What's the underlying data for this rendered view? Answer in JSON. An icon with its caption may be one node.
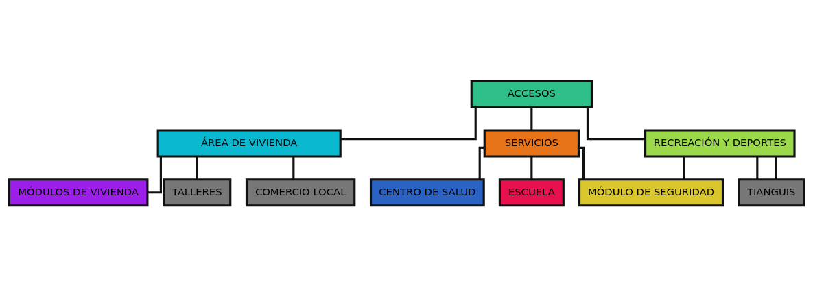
{
  "diagram": {
    "nodes": [
      {
        "text": [
          "ACCESOS"
        ]
      },
      {
        "text": [
          "ÁREA DE VIVIENDA"
        ]
      },
      {
        "text": [
          "SERVICIOS"
        ]
      },
      {
        "text": [
          "RECREACIÓN Y DEPORTES"
        ]
      },
      {
        "text": [
          "MÓDULOS DE VIVIENDA"
        ]
      },
      {
        "text": [
          "TALLERES"
        ]
      },
      {
        "text": [
          "COMERCIO LOCAL"
        ]
      },
      {
        "text": [
          "CENTRO DE SALUD"
        ]
      },
      {
        "text": [
          "ESCUELA"
        ]
      },
      {
        "text": [
          "MÓDULO DE SEGURIDAD"
        ]
      },
      {
        "text": [
          "TIANGUIS"
        ]
      }
    ],
    "edges": [
      {
        "from": 0,
        "to": 1,
        "arrow": "none"
      },
      {
        "from": 0,
        "to": 2,
        "arrow": "none"
      },
      {
        "from": 0,
        "to": 3,
        "arrow": "none"
      },
      {
        "from": 1,
        "to": 4,
        "arrow": "none"
      },
      {
        "from": 1,
        "to": 5,
        "arrow": "none"
      },
      {
        "from": 1,
        "to": 6,
        "arrow": "none"
      },
      {
        "from": 2,
        "to": 7,
        "arrow": "none"
      },
      {
        "from": 2,
        "to": 8,
        "arrow": "none"
      },
      {
        "from": 2,
        "to": 9,
        "arrow": "none"
      },
      {
        "from": 3,
        "to": 10,
        "arrow": "none"
      },
      {
        "from": 3,
        "to": 9,
        "arrow": "none"
      },
      {
        "from": 3,
        "to": 10,
        "arrow": "none"
      }
    ]
  }
}
